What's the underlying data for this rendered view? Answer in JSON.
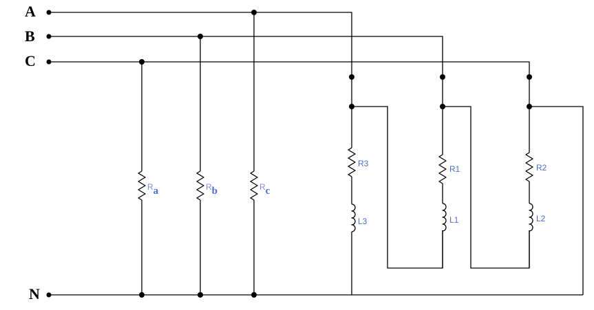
{
  "lines": {
    "A": "A",
    "B": "B",
    "C": "C",
    "N": "N"
  },
  "resistors_star": {
    "a": {
      "base": "R",
      "sub": "a"
    },
    "b": {
      "base": "R",
      "sub": "b"
    },
    "c": {
      "base": "R",
      "sub": "c"
    }
  },
  "delta_branches": [
    {
      "resistor": "R3",
      "inductor": "L3"
    },
    {
      "resistor": "R1",
      "inductor": "L1"
    },
    {
      "resistor": "R2",
      "inductor": "L2"
    }
  ],
  "colors": {
    "wire": "#000000",
    "label": "#4a6fd0",
    "base_label": "#7a8fd8"
  }
}
